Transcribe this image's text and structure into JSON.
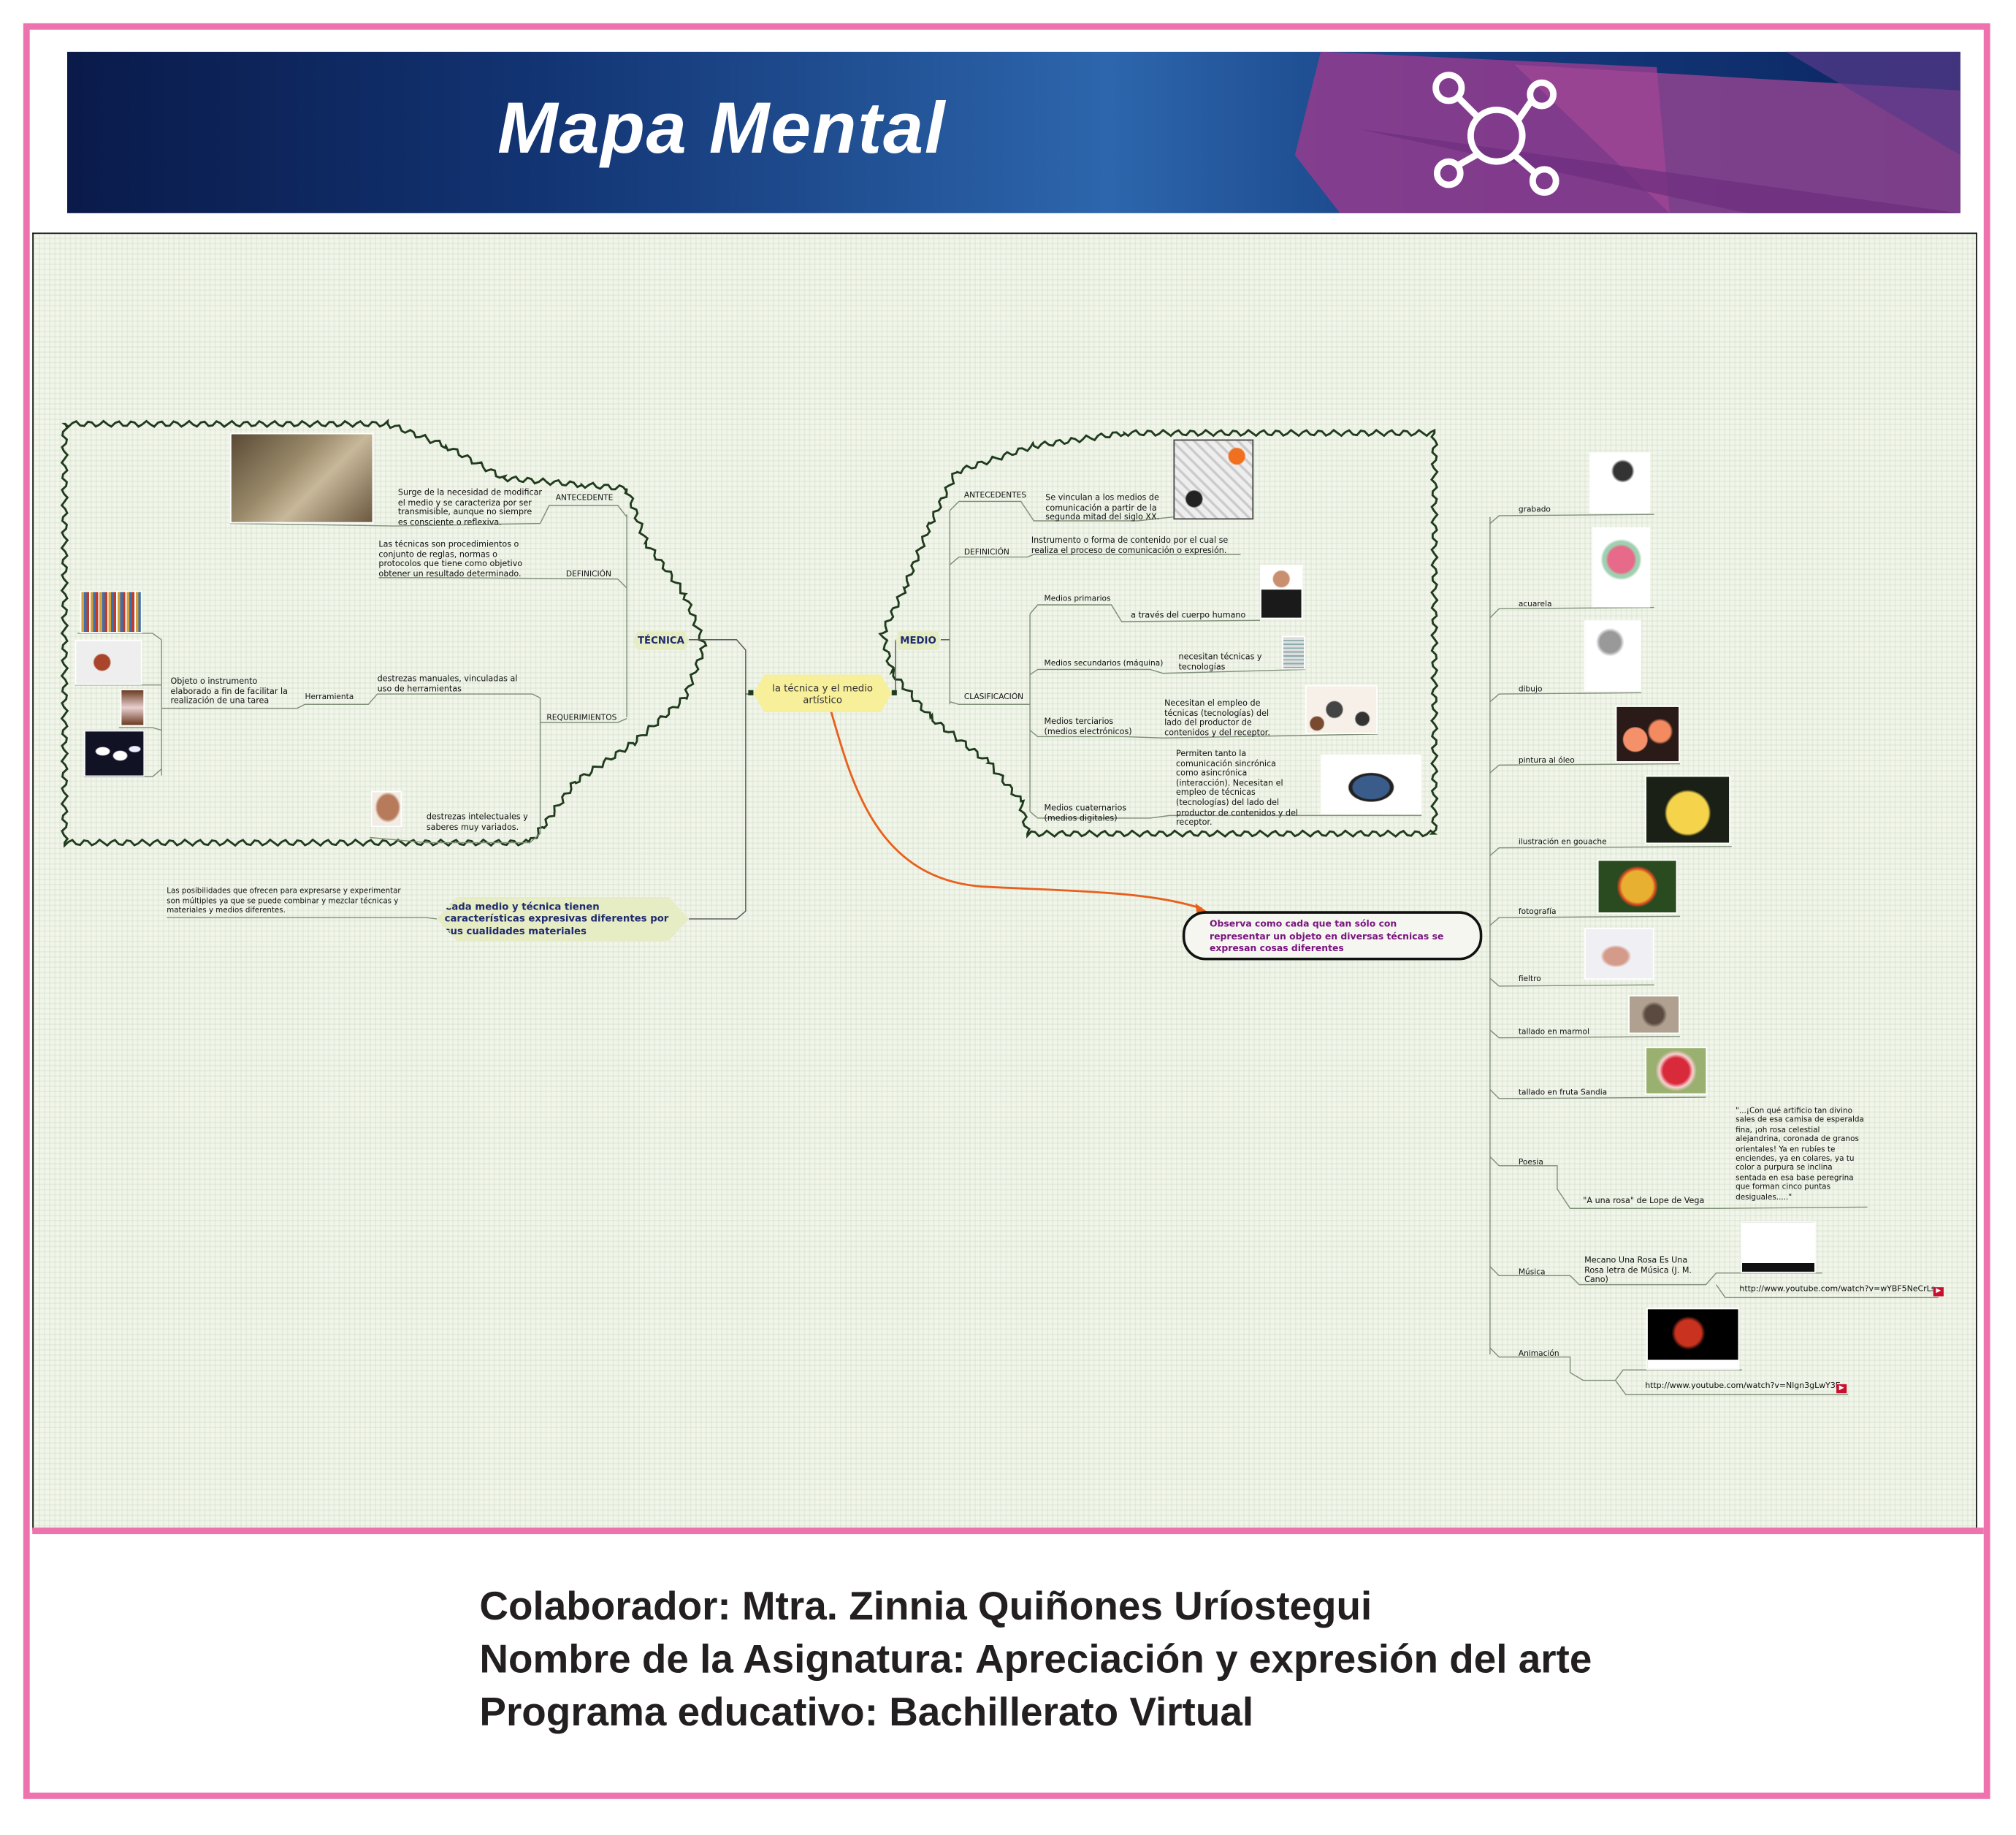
{
  "header": {
    "title": "Mapa Mental",
    "icon": "network-hub-icon"
  },
  "central": {
    "label": "la técnica y el medio artístico"
  },
  "tecnica": {
    "label": "TÉCNICA",
    "antecedente": {
      "label": "ANTECEDENTE",
      "text": "Surge de la necesidad de modificar el medio y se caracteriza por ser transmisible, aunque no siempre es consciente o reflexiva."
    },
    "definicion": {
      "label": "DEFINICIÓN",
      "text": "Las técnicas son  procedimientos o conjunto de reglas, normas o protocolos que tiene como objetivo obtener un resultado determinado."
    },
    "requerimientos": {
      "label": "REQUERIMIENTOS",
      "manuales": "destrezas manuales, vinculadas al uso de herramientas",
      "herramienta": "Herramienta",
      "objeto": "Objeto  o instrumento elaborado a fin de facilitar la realización de una tarea",
      "intelectuales": "destrezas intelectuales y saberes muy variados."
    }
  },
  "medio": {
    "label": "MEDIO",
    "antecedentes": {
      "label": "ANTECEDENTES",
      "text": "Se vinculan a los medios de comunicación a partir de la segunda mitad del siglo XX."
    },
    "definicion": {
      "label": "DEFINICIÓN",
      "text": "Instrumento o forma de contenido por el cual se realiza el proceso de comunicación o expresión."
    },
    "clasificacion": {
      "label": "CLASIFICACIÓN",
      "primarios": {
        "label": "Medios primarios",
        "text": "a través del cuerpo humano"
      },
      "secundarios": {
        "label": "Medios secundarios (máquina)",
        "text": "necesitan técnicas y tecnologías"
      },
      "terciarios": {
        "label": "Medios terciarios (medios electrónicos)",
        "text": "Necesitan el empleo de técnicas (tecnologías) del lado del productor de contenidos y del receptor."
      },
      "cuaternarios": {
        "label": "Medios cuaternarios (medios digitales)",
        "text": "Permiten tanto la comunicación sincrónica como asincrónica (interacción). Necesitan el empleo de técnicas (tecnologías) del lado del productor de contenidos y del receptor."
      }
    }
  },
  "cada_medio": {
    "label": "Cada medio y técnica tienen características expresivas diferentes por sus cualidades materiales",
    "note": "Las posibilidades que ofrecen para expresarse y experimentar son múltiples ya que se puede combinar y mezclar técnicas y materiales y medios diferentes."
  },
  "observa": {
    "label": "Observa como cada que tan sólo con representar un objeto en diversas técnicas se expresan cosas diferentes"
  },
  "techniques": [
    {
      "label": "grabado"
    },
    {
      "label": "acuarela"
    },
    {
      "label": "dibujo"
    },
    {
      "label": "pintura al óleo"
    },
    {
      "label": "ilustración en gouache"
    },
    {
      "label": "fotografía"
    },
    {
      "label": "fieltro"
    },
    {
      "label": "tallado en marmol"
    },
    {
      "label": "tallado en fruta Sandia"
    }
  ],
  "poesia": {
    "label": "Poesia",
    "source": "\"A una rosa\" de Lope de Vega",
    "quote": "\"...¡Con qué artificio tan divino sales de esa camisa de esperalda fina, ¡oh rosa celestial alejandrina, coronada de granos orientales! Ya en rubíes te enciendes, ya en colares, ya tu color a purpura se inclina sentada en esa base peregrina que forman cinco puntas desiguales.....\""
  },
  "musica": {
    "label": "Música",
    "text": "Mecano Una Rosa Es Una Rosa letra de Música (J. M. Cano)",
    "url": "http://www.youtube.com/watch?v=wYBF5NeCrLs"
  },
  "animacion": {
    "label": "Animación",
    "url": "http://www.youtube.com/watch?v=Nlgn3gLwY3E"
  },
  "footer": {
    "colaborador": "Colaborador: Mtra. Zinnia Quiñones Uríostegui",
    "asignatura": "Nombre de la Asignatura: Apreciación y expresión del arte",
    "programa": "Programa educativo: Bachillerato Virtual"
  },
  "colors": {
    "pink": "#ee72ad",
    "navy": "#0b1e4e",
    "cloud": "#1f3b1c",
    "arrow": "#e8601c",
    "purple": "#7a1380"
  }
}
